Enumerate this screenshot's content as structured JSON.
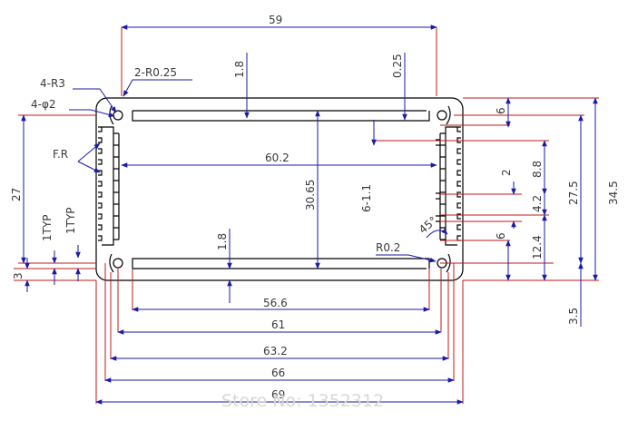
{
  "drawing": {
    "callouts": {
      "corner_radius": "4-R3",
      "hole_dia": "4-φ2",
      "inner_radius": "2-R0.25",
      "fins": "F.R",
      "slot_radius": "R0.2",
      "slot_angle": "45°"
    },
    "dimensions": {
      "top_width": "59",
      "wall_top": "1.8",
      "lip_top": "0.25",
      "inner_width": "60.2",
      "inner_height": "30.65",
      "slot": "6-1.1",
      "wall_bottom": "1.8",
      "w_56_6": "56.6",
      "w_61": "61",
      "w_63_2": "63.2",
      "w_66": "66",
      "w_69": "69",
      "left_27": "27",
      "left_3": "3",
      "left_typ1": "1TYP",
      "left_typ2": "1TYP",
      "right_6_top": "6",
      "right_2": "2",
      "right_8_8": "8.8",
      "right_4_2": "4.2",
      "right_6_bottom": "6",
      "right_12_4": "12.4",
      "right_27_5": "27.5",
      "right_34_5": "34.5",
      "right_3_5": "3.5"
    },
    "watermark": "Store No: 1352312"
  }
}
